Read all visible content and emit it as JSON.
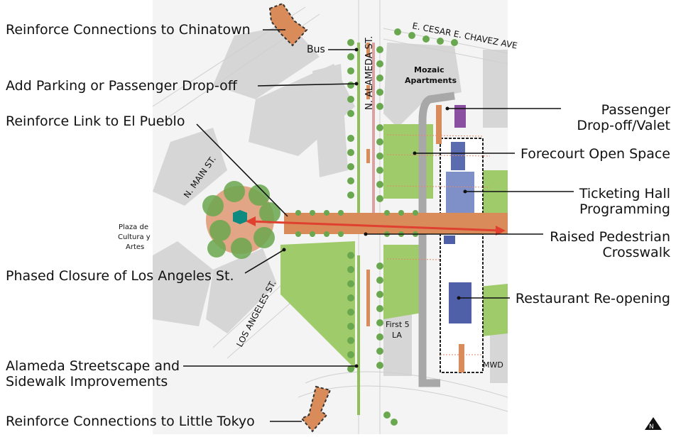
{
  "callouts_left": [
    {
      "id": "chinatown",
      "text": "Reinforce Connections to Chinatown"
    },
    {
      "id": "parking",
      "text": "Add Parking or Passenger Drop-off"
    },
    {
      "id": "elpueblo",
      "text": "Reinforce Link to El Pueblo"
    },
    {
      "id": "closure",
      "text": "Phased Closure of Los Angeles St."
    },
    {
      "id": "alameda_l1",
      "text": "Alameda Streetscape and"
    },
    {
      "id": "alameda_l2",
      "text": "Sidewalk Improvements"
    },
    {
      "id": "littletokyo",
      "text": "Reinforce Connections to Little Tokyo"
    }
  ],
  "callouts_right": [
    {
      "id": "dropoff_l1",
      "text": "Passenger"
    },
    {
      "id": "dropoff_l2",
      "text": "Drop-off/Valet"
    },
    {
      "id": "forecourt",
      "text": "Forecourt Open Space"
    },
    {
      "id": "ticketing_l1",
      "text": "Ticketing Hall"
    },
    {
      "id": "ticketing_l2",
      "text": "Programming"
    },
    {
      "id": "crosswalk_l1",
      "text": "Raised Pedestrian"
    },
    {
      "id": "crosswalk_l2",
      "text": "Crosswalk"
    },
    {
      "id": "restaurant",
      "text": "Restaurant Re-opening"
    }
  ],
  "map_labels": {
    "bus": "Bus",
    "cesar_chavez": "E. CESAR E. CHAVEZ AVE",
    "alameda": "N. ALAMEDA ST.",
    "main": "N. MAIN ST.",
    "los_angeles": "LOS ANGELES ST.",
    "mozaic": "Mozaic",
    "apartments": "Apartments",
    "plaza1": "Plaza de",
    "plaza2": "Cultura y",
    "plaza3": "Artes",
    "first5_1": "First 5",
    "first5_2": "LA",
    "mwd": "MWD",
    "north": "N"
  },
  "colors": {
    "orange": "#d98c5a",
    "green": "#8fbf5a",
    "purple": "#8a4fa0",
    "blue": "#5060a8",
    "red_arrow": "#e04030",
    "building": "#d9d9d9"
  }
}
